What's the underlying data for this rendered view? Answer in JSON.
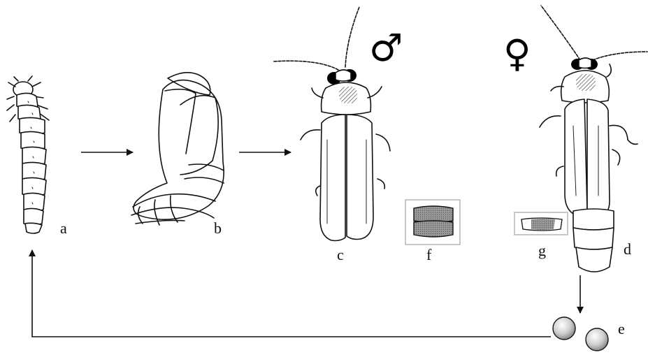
{
  "labels": {
    "a": "a",
    "b": "b",
    "c": "c",
    "d": "d",
    "e": "e",
    "f": "f",
    "g": "g"
  },
  "symbols": {
    "male": "♂",
    "female": "♀"
  },
  "colors": {
    "ink": "#111111",
    "shade": "#8a8a8a",
    "box": "#b5b5b5"
  }
}
